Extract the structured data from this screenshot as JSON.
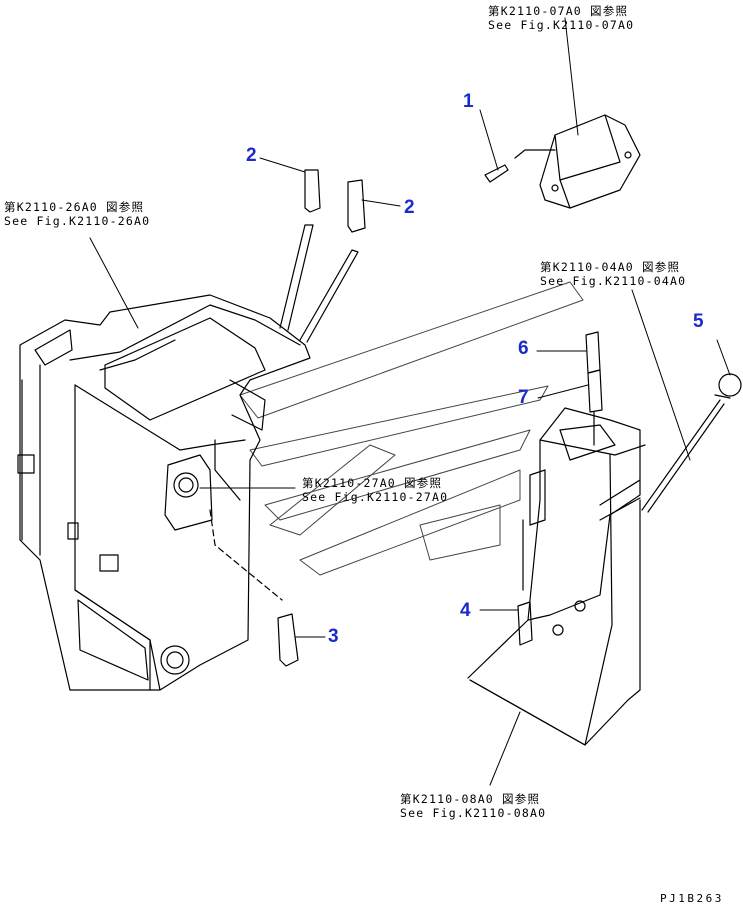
{
  "callouts": [
    {
      "id": "1",
      "label": "1"
    },
    {
      "id": "2a",
      "label": "2"
    },
    {
      "id": "2b",
      "label": "2"
    },
    {
      "id": "3",
      "label": "3"
    },
    {
      "id": "4",
      "label": "4"
    },
    {
      "id": "5",
      "label": "5"
    },
    {
      "id": "6",
      "label": "6"
    },
    {
      "id": "7",
      "label": "7"
    }
  ],
  "references": {
    "k07": {
      "jp": "第K2110-07A0 図参照",
      "en": "See Fig.K2110-07A0"
    },
    "k26": {
      "jp": "第K2110-26A0 図参照",
      "en": "See Fig.K2110-26A0"
    },
    "k04": {
      "jp": "第K2110-04A0 図参照",
      "en": "See Fig.K2110-04A0"
    },
    "k27": {
      "jp": "第K2110-27A0 図参照",
      "en": "See Fig.K2110-27A0"
    },
    "k08": {
      "jp": "第K2110-08A0 図参照",
      "en": "See Fig.K2110-08A0"
    }
  },
  "drawing_code": "PJ1B263",
  "colors": {
    "callout": "#1a2acb",
    "line": "#000000",
    "background": "#ffffff"
  }
}
